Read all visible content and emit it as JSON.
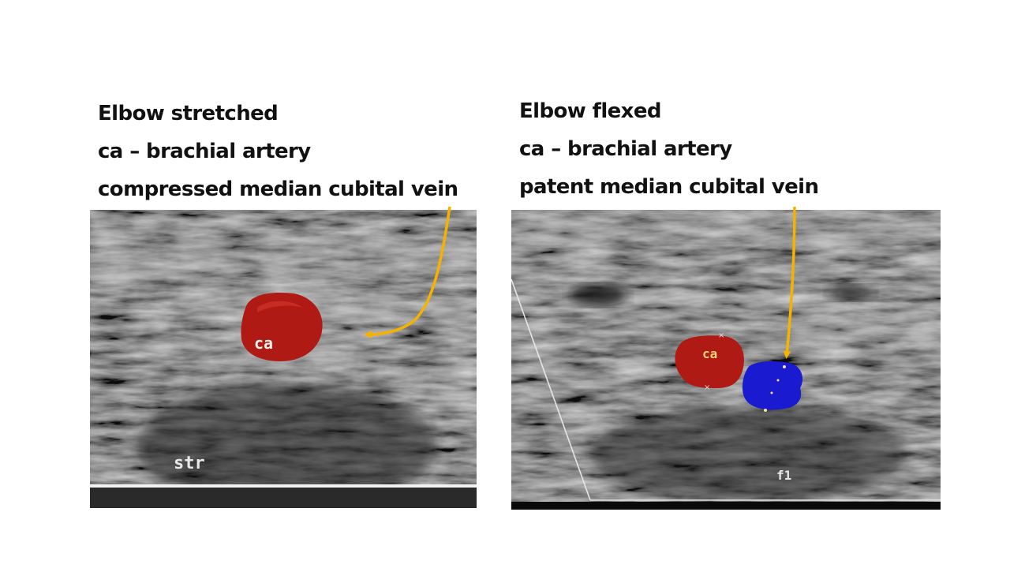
{
  "left_panel": {
    "caption_lines": [
      "Elbow stretched",
      "ca – brachial artery",
      "compressed median cubital vein"
    ],
    "vessel_label": "ca",
    "corner_label": "str"
  },
  "right_panel": {
    "caption_lines": [
      "Elbow flexed",
      "ca – brachial artery",
      "patent median cubital vein"
    ],
    "vessel_label": "ca",
    "corner_label": "f1"
  },
  "colors": {
    "artery_red": "#b01a14",
    "vein_blue": "#1a1ad0",
    "arrow_orange": "#f5b200",
    "label_yellow": "#f3d27a"
  }
}
